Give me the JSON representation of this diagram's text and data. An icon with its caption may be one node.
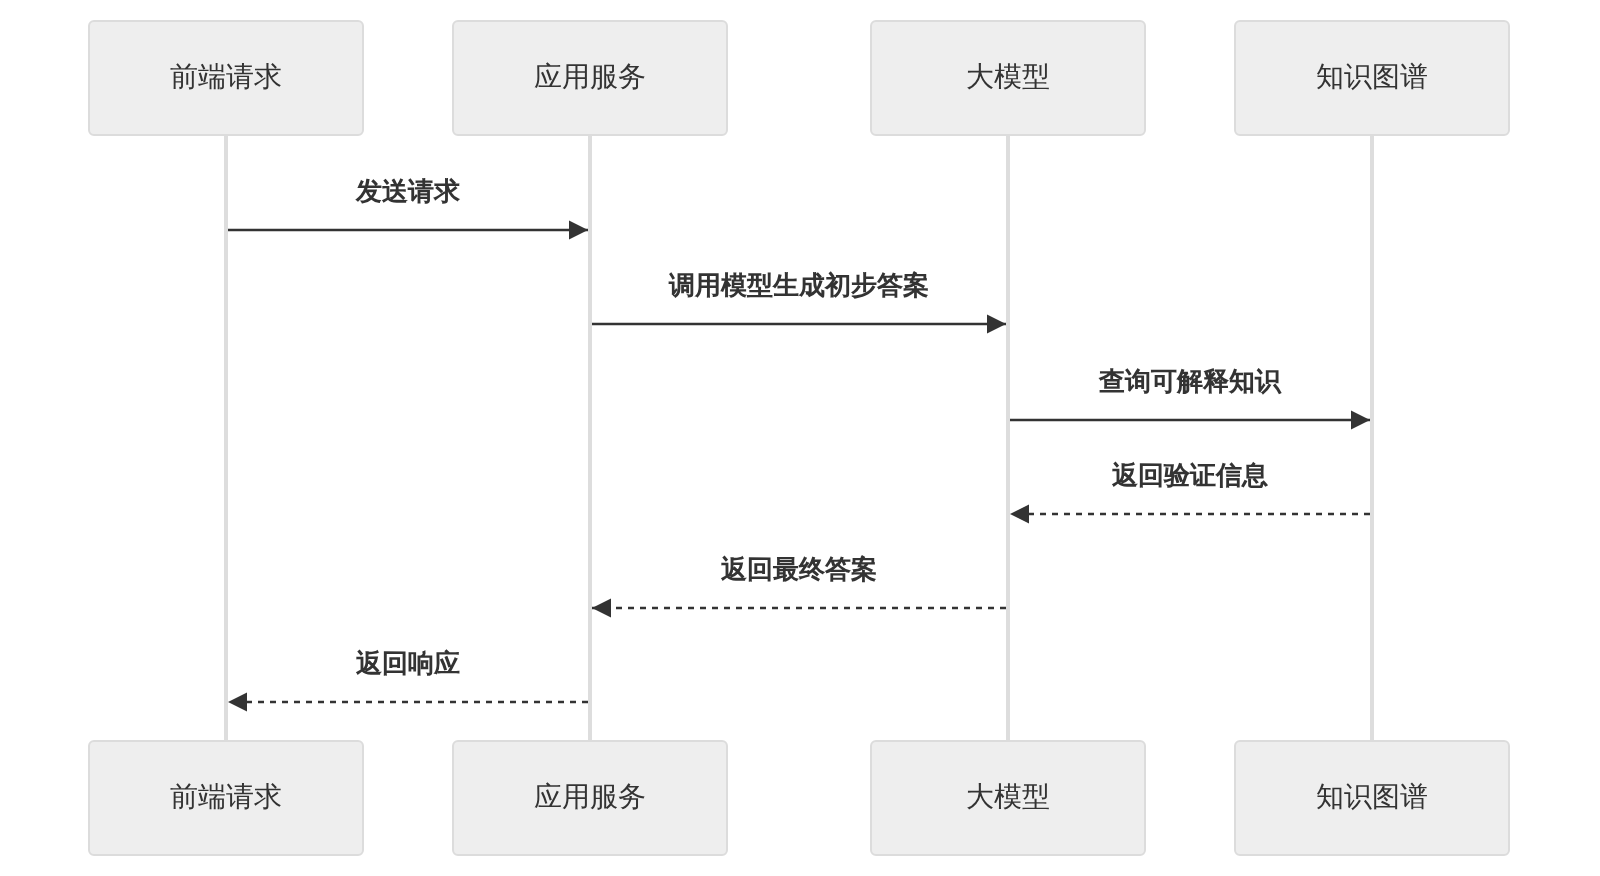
{
  "diagram": {
    "nodes": [
      {
        "text": [
          "前端请求"
        ]
      },
      {
        "text": [
          "应用服务"
        ]
      },
      {
        "text": [
          "大模型"
        ]
      },
      {
        "text": [
          "知识图谱"
        ]
      },
      {
        "text": [],
        "shape": "bar"
      },
      {
        "text": [],
        "shape": "bar"
      },
      {
        "text": [],
        "shape": "bar"
      },
      {
        "text": [],
        "shape": "bar"
      },
      {
        "text": [
          "前端请求"
        ]
      },
      {
        "text": [
          "应用服务"
        ]
      },
      {
        "text": [
          "大模型"
        ]
      },
      {
        "text": [
          "知识图谱"
        ]
      }
    ],
    "edges": [
      {
        "from": 4,
        "to": 5,
        "arrow": "to",
        "label": "发送请求"
      },
      {
        "from": 5,
        "to": 6,
        "arrow": "to",
        "label": "调用模型生成初步答案"
      },
      {
        "from": 6,
        "to": 7,
        "arrow": "to",
        "label": "查询可解释知识"
      },
      {
        "from": 7,
        "to": 6,
        "arrow": "to",
        "label": "返回验证信息",
        "style": "dashed"
      },
      {
        "from": 6,
        "to": 5,
        "arrow": "to",
        "label": "返回最终答案",
        "style": "dashed"
      },
      {
        "from": 5,
        "to": 4,
        "arrow": "to",
        "label": "返回响应",
        "style": "dashed"
      }
    ]
  }
}
